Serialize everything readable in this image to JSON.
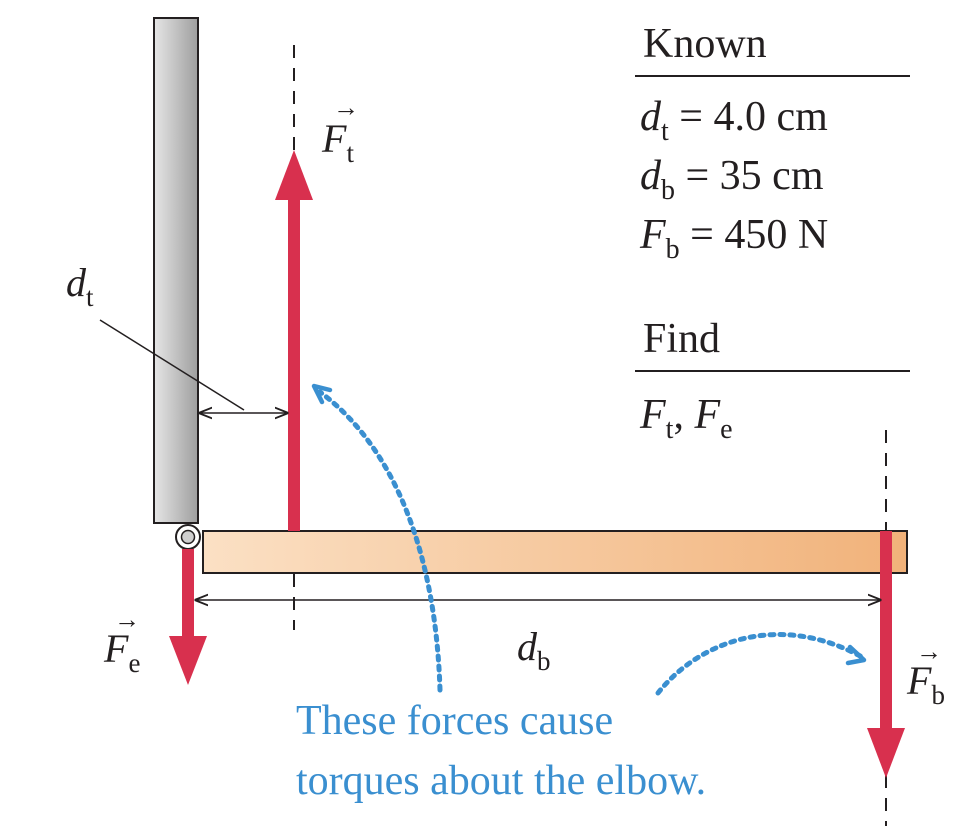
{
  "known": {
    "heading": "Known",
    "lines": [
      {
        "sym": "d",
        "sub": "t",
        "rest": " = 4.0 cm"
      },
      {
        "sym": "F",
        "sub": "b",
        "rest": " = 450 N"
      },
      {
        "sym": "d",
        "sub": "b",
        "rest": " = 35 cm"
      }
    ]
  },
  "find": {
    "heading": "Find",
    "items": [
      {
        "sym": "F",
        "sub": "t"
      },
      {
        "sym": "F",
        "sub": "e"
      }
    ],
    "separator": ", "
  },
  "labels": {
    "Ft": {
      "sym": "F",
      "sub": "t",
      "vector_mark": "→"
    },
    "Fe": {
      "sym": "F",
      "sub": "e",
      "vector_mark": "→"
    },
    "Fb": {
      "sym": "F",
      "sub": "b",
      "vector_mark": "→"
    },
    "dt": {
      "sym": "d",
      "sub": "t"
    },
    "db": {
      "sym": "d",
      "sub": "b"
    }
  },
  "caption": {
    "line1": "These forces cause",
    "line2": "torques about the elbow."
  },
  "colors": {
    "force_arrow": "#d8304e",
    "annotation_blue": "#3a8fd0",
    "forearm_fill": "#f7c698",
    "upper_arm_fill": "#b8b8b8",
    "text": "#231f20"
  }
}
